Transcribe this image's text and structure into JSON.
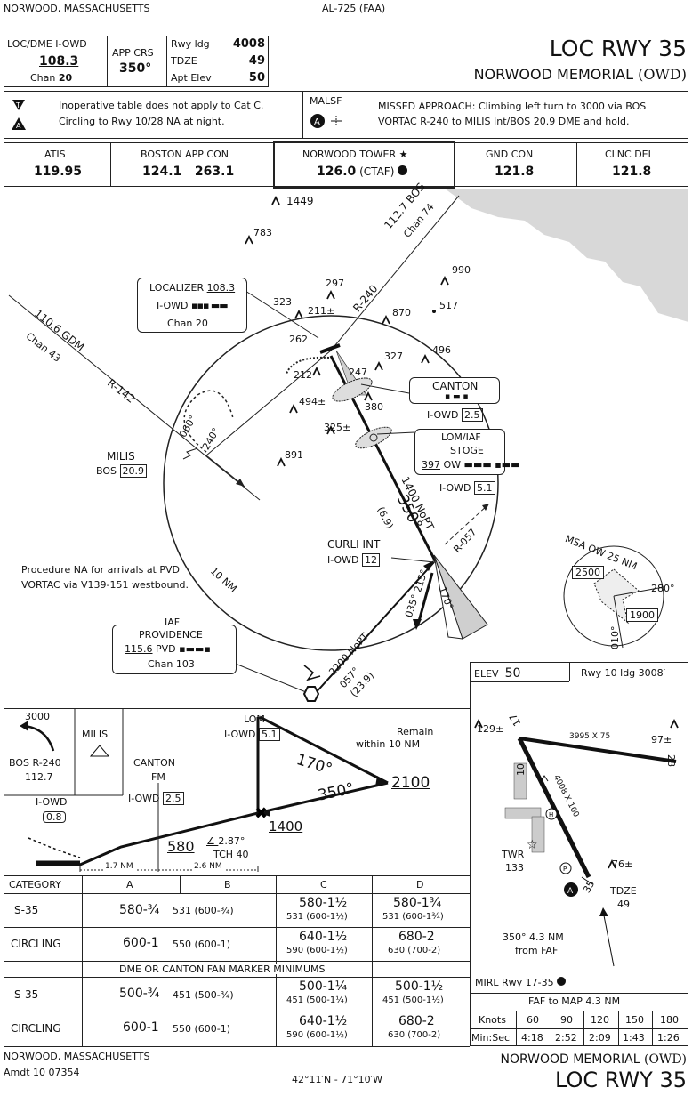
{
  "header": {
    "location": "NORWOOD, MASSACHUSETTS",
    "chart_id": "AL-725 (FAA)",
    "title": "LOC RWY 35",
    "airport": "NORWOOD MEMORIAL",
    "airport_id": "(OWD)"
  },
  "ident_box": {
    "loc_label": "LOC/DME I-OWD",
    "loc_freq": "108.3",
    "chan_label": "Chan",
    "chan": "20",
    "app_crs_label": "APP CRS",
    "app_crs": "350°",
    "rwy_ldg_label": "Rwy ldg",
    "rwy_ldg": "4008",
    "tdze_label": "TDZE",
    "tdze": "49",
    "apt_elev_label": "Apt Elev",
    "apt_elev": "50"
  },
  "notes": {
    "line1": "Inoperative table does not apply to Cat C.",
    "line2": "Circling to Rwy 10/28 NA at night.",
    "lighting": "MALSF",
    "missed": "MISSED APPROACH:  Climbing left turn to 3000 via BOS VORTAC R-240 to MILIS Int/BOS 20.9 DME and hold."
  },
  "comms": [
    {
      "label": "ATIS",
      "value": "119.95"
    },
    {
      "label": "BOSTON APP CON",
      "value": "124.1   263.1"
    },
    {
      "label": "NORWOOD TOWER ★",
      "value": "126.0",
      "suffix": "(CTAF)"
    },
    {
      "label": "GND CON",
      "value": "121.8"
    },
    {
      "label": "CLNC DEL",
      "value": "121.8"
    }
  ],
  "planview": {
    "localizer_box": {
      "line1": "LOCALIZER",
      "freq": "108.3",
      "ident": "I-OWD",
      "chan": "Chan 20"
    },
    "bos": {
      "radial": "112.7 BOS",
      "chan": "Chan 74",
      "r240": "R-240"
    },
    "gdm": {
      "radial": "110.6 GDM",
      "chan": "Chan 43",
      "r142": "R-142"
    },
    "obstacles": [
      "1449",
      "783",
      "297",
      "323",
      "211±",
      "990",
      "870",
      "517",
      "262",
      "327",
      "496",
      "212",
      "247",
      "380",
      "494±",
      "325±",
      "891"
    ],
    "holding": {
      "in": "060°",
      "out": "240°"
    },
    "milis": {
      "name": "MILIS",
      "ident": "BOS",
      "dme": "20.9"
    },
    "canton": {
      "name": "CANTON",
      "ident": "I-OWD",
      "dme": "2.5"
    },
    "lom": {
      "line1": "LOM/IAF",
      "line2": "STOGE",
      "freq": "397",
      "ident": "OW",
      "dme_ident": "I-OWD",
      "dme": "5.1"
    },
    "final": {
      "alt": "1400 NoPT",
      "course": "350°",
      "dist": "(6.9)",
      "r057": "R-057"
    },
    "curli": {
      "name": "CURLI INT",
      "ident": "I-OWD",
      "dme": "12"
    },
    "feeder": {
      "alt": "2200 NoPT",
      "course": "057°",
      "dist": "(23.9)",
      "c215": "215°",
      "c035": "035°",
      "c170": "170°"
    },
    "ring": "10 NM",
    "na_note": "Procedure NA for arrivals at PVD VORTAC via V139-151 westbound.",
    "iaf": {
      "line1": "IAF",
      "line2": "PROVIDENCE",
      "freq": "115.6",
      "ident": "PVD",
      "chan": "Chan 103"
    },
    "msa": {
      "title": "MSA OW 25 NM",
      "alt1": "2500",
      "alt2": "1900",
      "brg1": "280°",
      "brg2": "010°"
    }
  },
  "profile": {
    "alt3000": "3000",
    "milis": "MILIS",
    "bos": "BOS R-240",
    "bosf": "112.7",
    "canton": "CANTON",
    "fm": "FM",
    "ident": "I-OWD",
    "d25": "2.5",
    "iowd": "I-OWD",
    "d08": "0.8",
    "lom": "LOM",
    "lomident": "I-OWD",
    "d51": "5.1",
    "remain": "Remain",
    "within": "within 10 NM",
    "c170": "170°",
    "c350": "350°",
    "alt2100": "2100",
    "alt1400": "1400",
    "mda": "580",
    "gs": "2.87°",
    "tch": "TCH 40",
    "dist1": "1.7 NM",
    "dist2": "2.6 NM"
  },
  "minima": {
    "headers": [
      "CATEGORY",
      "A",
      "B",
      "C",
      "D"
    ],
    "rows": [
      {
        "cat": "S-35",
        "ab": "580-¾",
        "ab2": "531 (600-¾)",
        "c": "580-1½",
        "c2": "531 (600-1½)",
        "d": "580-1¾",
        "d2": "531 (600-1¾)"
      },
      {
        "cat": "CIRCLING",
        "ab": "600-1",
        "ab2": "550 (600-1)",
        "c": "640-1½",
        "c2": "590 (600-1½)",
        "d": "680-2",
        "d2": "630 (700-2)"
      }
    ],
    "dme_header": "DME OR CANTON FAN MARKER MINIMUMS",
    "rows2": [
      {
        "cat": "S-35",
        "ab": "500-¾",
        "ab2": "451 (500-¾)",
        "c": "500-1¼",
        "c2": "451 (500-1¼)",
        "d": "500-1½",
        "d2": "451 (500-1½)"
      },
      {
        "cat": "CIRCLING",
        "ab": "600-1",
        "ab2": "550 (600-1)",
        "c": "640-1½",
        "c2": "590 (600-1½)",
        "d": "680-2",
        "d2": "630 (700-2)"
      }
    ]
  },
  "airport_diagram": {
    "elev_label": "ELEV",
    "elev": "50",
    "rwy_note": "Rwy 10 ldg 3008′",
    "obs1": "129±",
    "obs2": "97±",
    "obs3": "76±",
    "r17": "17",
    "r10": "10",
    "r28": "28",
    "r35": "35",
    "dim1": "3995 X 75",
    "dim2": "4008 X 100",
    "twr": "TWR",
    "twr_elev": "133",
    "tdze": "TDZE",
    "tdze_val": "49",
    "faf_note1": "350° 4.3 NM",
    "faf_note2": "from FAF",
    "mirl": "MIRL Rwy 17-35"
  },
  "timing": {
    "title": "FAF to MAP 4.3 NM",
    "knots_label": "Knots",
    "minsec_label": "Min:Sec",
    "knots": [
      "60",
      "90",
      "120",
      "150",
      "180"
    ],
    "times": [
      "4:18",
      "2:52",
      "2:09",
      "1:43",
      "1:26"
    ]
  },
  "footer": {
    "location": "NORWOOD, MASSACHUSETTS",
    "amdt": "Amdt 10  07354",
    "coords": "42°11′N - 71°10′W",
    "airport": "NORWOOD MEMORIAL",
    "airport_id": "(OWD)",
    "title": "LOC RWY 35"
  }
}
